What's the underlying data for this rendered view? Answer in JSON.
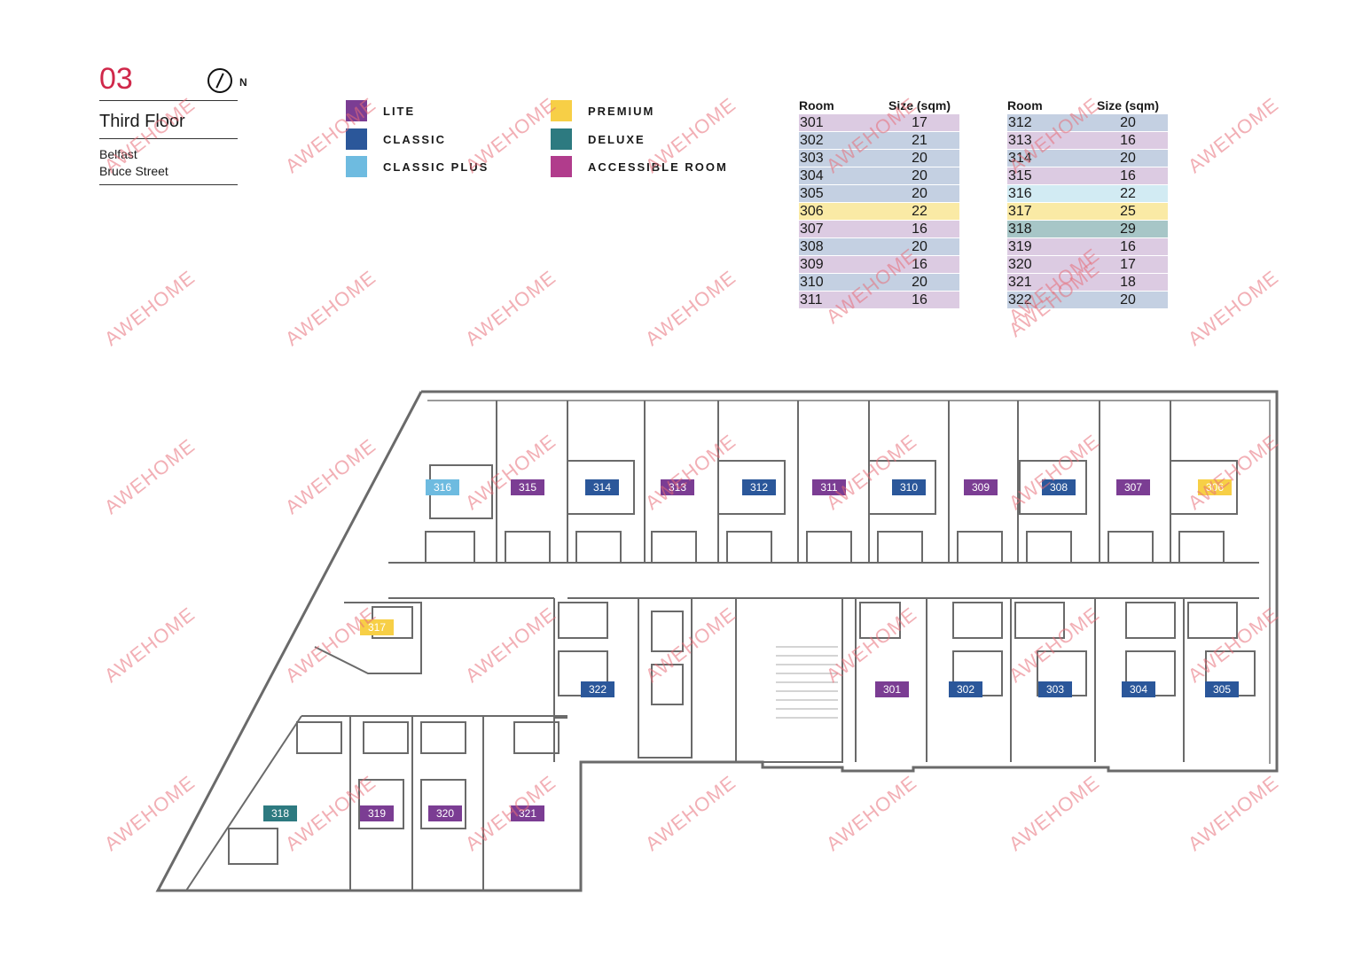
{
  "header": {
    "floor_number": "03",
    "compass_letter": "N",
    "floor_name": "Third Floor",
    "city": "Belfast",
    "street": "Bruce Street"
  },
  "legend": [
    {
      "label": "LITE",
      "color": "#7b3d93"
    },
    {
      "label": "CLASSIC",
      "color": "#2b579a"
    },
    {
      "label": "CLASSIC PLUS",
      "color": "#6ebbe0"
    },
    {
      "label": "PREMIUM",
      "color": "#f7cf46"
    },
    {
      "label": "DELUXE",
      "color": "#2d7a80"
    },
    {
      "label": "ACCESSIBLE ROOM",
      "color": "#b13c8c"
    }
  ],
  "row_colors": {
    "lite": "#dccbe2",
    "classic": "#c4d0e2",
    "classic_plus": "#d2ebf3",
    "premium": "#faeaa5",
    "deluxe": "#a7c6c7"
  },
  "table": {
    "col_room": "Room",
    "col_size": "Size (sqm)",
    "left_rows": [
      {
        "room": "301",
        "size": "17",
        "tier": "lite"
      },
      {
        "room": "302",
        "size": "21",
        "tier": "classic"
      },
      {
        "room": "303",
        "size": "20",
        "tier": "classic"
      },
      {
        "room": "304",
        "size": "20",
        "tier": "classic"
      },
      {
        "room": "305",
        "size": "20",
        "tier": "classic"
      },
      {
        "room": "306",
        "size": "22",
        "tier": "premium"
      },
      {
        "room": "307",
        "size": "16",
        "tier": "lite"
      },
      {
        "room": "308",
        "size": "20",
        "tier": "classic"
      },
      {
        "room": "309",
        "size": "16",
        "tier": "lite"
      },
      {
        "room": "310",
        "size": "20",
        "tier": "classic"
      },
      {
        "room": "311",
        "size": "16",
        "tier": "lite"
      }
    ],
    "right_rows": [
      {
        "room": "312",
        "size": "20",
        "tier": "classic"
      },
      {
        "room": "313",
        "size": "16",
        "tier": "lite"
      },
      {
        "room": "314",
        "size": "20",
        "tier": "classic"
      },
      {
        "room": "315",
        "size": "16",
        "tier": "lite"
      },
      {
        "room": "316",
        "size": "22",
        "tier": "classic_plus"
      },
      {
        "room": "317",
        "size": "25",
        "tier": "premium"
      },
      {
        "room": "318",
        "size": "29",
        "tier": "deluxe"
      },
      {
        "room": "319",
        "size": "16",
        "tier": "lite"
      },
      {
        "room": "320",
        "size": "17",
        "tier": "lite"
      },
      {
        "room": "321",
        "size": "18",
        "tier": "lite"
      },
      {
        "room": "322",
        "size": "20",
        "tier": "classic"
      }
    ]
  },
  "plan_labels": [
    {
      "id": "316",
      "color": "#6ebbe0"
    },
    {
      "id": "315",
      "color": "#7b3d93"
    },
    {
      "id": "314",
      "color": "#2b579a"
    },
    {
      "id": "313",
      "color": "#7b3d93"
    },
    {
      "id": "312",
      "color": "#2b579a"
    },
    {
      "id": "311",
      "color": "#7b3d93"
    },
    {
      "id": "310",
      "color": "#2b579a"
    },
    {
      "id": "309",
      "color": "#7b3d93"
    },
    {
      "id": "308",
      "color": "#2b579a"
    },
    {
      "id": "307",
      "color": "#7b3d93"
    },
    {
      "id": "306",
      "color": "#f7cf46"
    },
    {
      "id": "317",
      "color": "#f7cf46"
    },
    {
      "id": "322",
      "color": "#2b579a"
    },
    {
      "id": "301",
      "color": "#7b3d93"
    },
    {
      "id": "302",
      "color": "#2b579a"
    },
    {
      "id": "303",
      "color": "#2b579a"
    },
    {
      "id": "304",
      "color": "#2b579a"
    },
    {
      "id": "305",
      "color": "#2b579a"
    },
    {
      "id": "318",
      "color": "#2d7a80"
    },
    {
      "id": "319",
      "color": "#7b3d93"
    },
    {
      "id": "320",
      "color": "#7b3d93"
    },
    {
      "id": "321",
      "color": "#7b3d93"
    }
  ],
  "watermark": "AWEHOME"
}
